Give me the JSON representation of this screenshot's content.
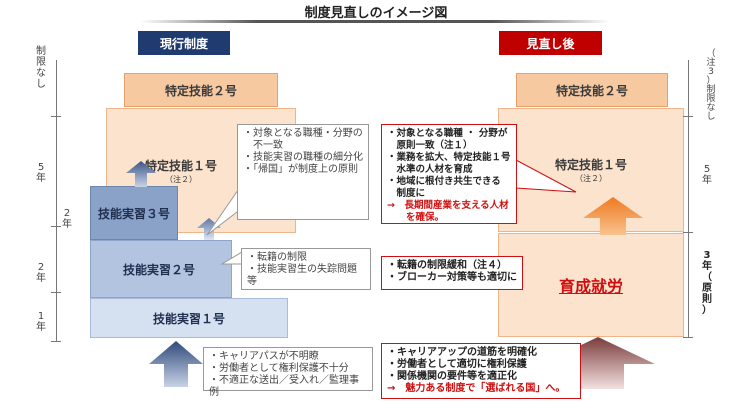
{
  "title": "制度見直しのイメージ図",
  "headers": {
    "left": "現行制度",
    "right": "見直し後"
  },
  "axis_left": {
    "unlimited": [
      "制",
      "限",
      "な",
      "し"
    ],
    "five_years": [
      "5",
      "年"
    ],
    "two_years_a": [
      "2",
      "年"
    ],
    "two_years_b": [
      "2",
      "年"
    ],
    "one_year": [
      "1",
      "年"
    ]
  },
  "axis_right": {
    "unlimited": [
      "（",
      "注",
      "3",
      "）",
      "制",
      "限",
      "な",
      "し"
    ],
    "five_years": [
      "5",
      "年"
    ],
    "three_years": [
      "3",
      "年",
      "（",
      "原",
      "則",
      "）"
    ]
  },
  "current": {
    "tokutei2": "特定技能２号",
    "tokutei1": "特定技能１号",
    "tokutei1_note": "（注２）",
    "jisshu3": "技能実習３号",
    "jisshu2": "技能実習２号",
    "jisshu1": "技能実習１号",
    "callout1": [
      "・対象となる職種・分野の",
      "　不一致",
      "・技能実習の職種の細分化",
      "・「帰国」が制度上の原則"
    ],
    "callout2": [
      "・転籍の制限",
      "・技能実習生の失踪問題等"
    ],
    "callout3": [
      "・キャリアパスが不明瞭",
      "・労働者として権利保護不十分",
      "・不適正な送出／受入れ／監理事例"
    ]
  },
  "revised": {
    "tokutei2": "特定技能２号",
    "tokutei1": "特定技能１号",
    "tokutei1_note": "（注２）",
    "ikusei": "育成就労",
    "box1": [
      "・対象となる職種 ・ 分野が",
      "　原則一致（注１）",
      "・業務を拡大、特定技能１号",
      "　水準の人材を育成",
      "・地域に根付き共生できる",
      "　制度に"
    ],
    "box1_result": "→　長期間産業を支える人材",
    "box1_result2": "　　を確保。",
    "box2": [
      "・転籍の制限緩和（注４）",
      "・ブローカー対策等も適切に"
    ],
    "box3": [
      "・キャリアアップの道筋を明確化",
      "・労働者として適切に権利保護",
      "・関係機関の要件等を適正化"
    ],
    "box3_result": "→　魅力ある制度で「選ばれる国」へ。"
  },
  "colors": {
    "navy": "#1f3b6f",
    "red": "#c00000",
    "orange_light": "#fbe3cd",
    "orange_mid": "#f7c9a0",
    "blue_dark": "#8aa2c8"
  }
}
